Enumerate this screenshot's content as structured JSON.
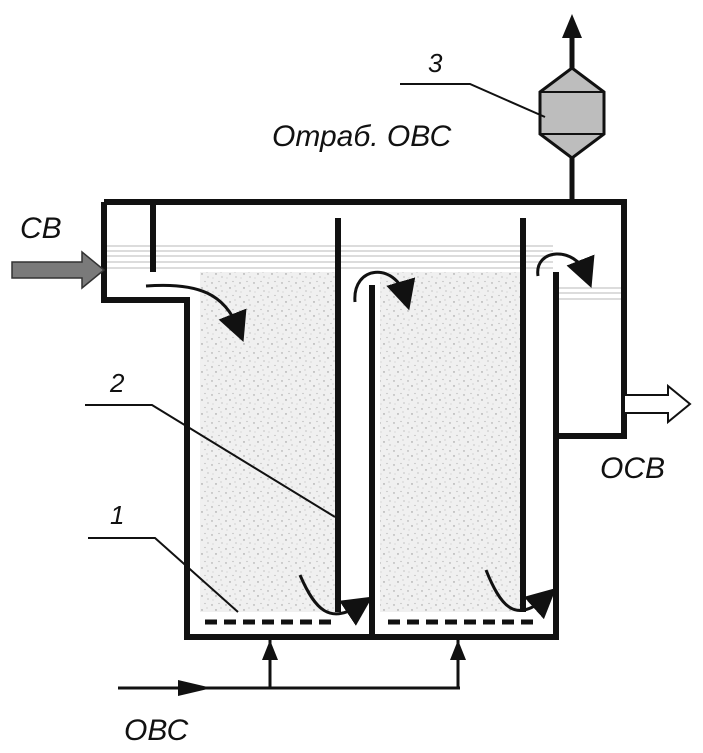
{
  "labels": {
    "inlet": "СВ",
    "outlet": "ОСВ",
    "air_in": "ОВС",
    "air_out": "Отраб. ОВС",
    "item_1": "1",
    "item_2": "2",
    "item_3": "3"
  },
  "colors": {
    "line": "#111111",
    "inlet_arrow": "#7a7a7a",
    "filter_body": "#bdbdbd",
    "media_fill": "#efefef",
    "water_line": "#c8c8c8"
  }
}
